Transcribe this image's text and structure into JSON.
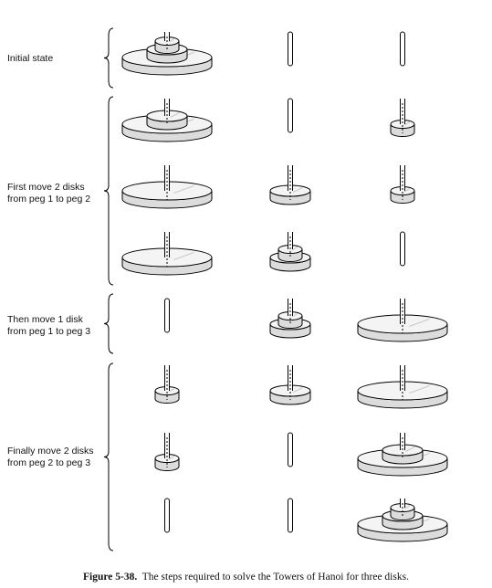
{
  "groups": [
    {
      "label": "Initial state"
    },
    {
      "label_lines": [
        "First move 2 disks",
        "from peg 1 to peg 2"
      ]
    },
    {
      "label_lines": [
        "Then move 1 disk",
        "from peg 1 to peg 3"
      ]
    },
    {
      "label_lines": [
        "Finally move 2 disks",
        "from peg 2 to peg 3"
      ]
    }
  ],
  "states": [
    [
      [
        3,
        2,
        1
      ],
      [],
      []
    ],
    [
      [
        3,
        2
      ],
      [],
      [
        1
      ]
    ],
    [
      [
        3
      ],
      [
        2
      ],
      [
        1
      ]
    ],
    [
      [
        3
      ],
      [
        2,
        1
      ],
      []
    ],
    [
      [],
      [
        2,
        1
      ],
      [
        3
      ]
    ],
    [
      [
        1
      ],
      [
        2
      ],
      [
        3
      ]
    ],
    [
      [
        1
      ],
      [],
      [
        3,
        2
      ]
    ],
    [
      [],
      [],
      [
        3,
        2,
        1
      ]
    ]
  ],
  "caption": {
    "figure": "Figure 5-38.",
    "text": "The steps required to solve the Towers of Hanoi for three disks."
  },
  "colors": {
    "disk_top": "#f4f4f4",
    "disk_side": "#dcdcdc",
    "outline": "#000000",
    "peg": "#ffffff"
  }
}
